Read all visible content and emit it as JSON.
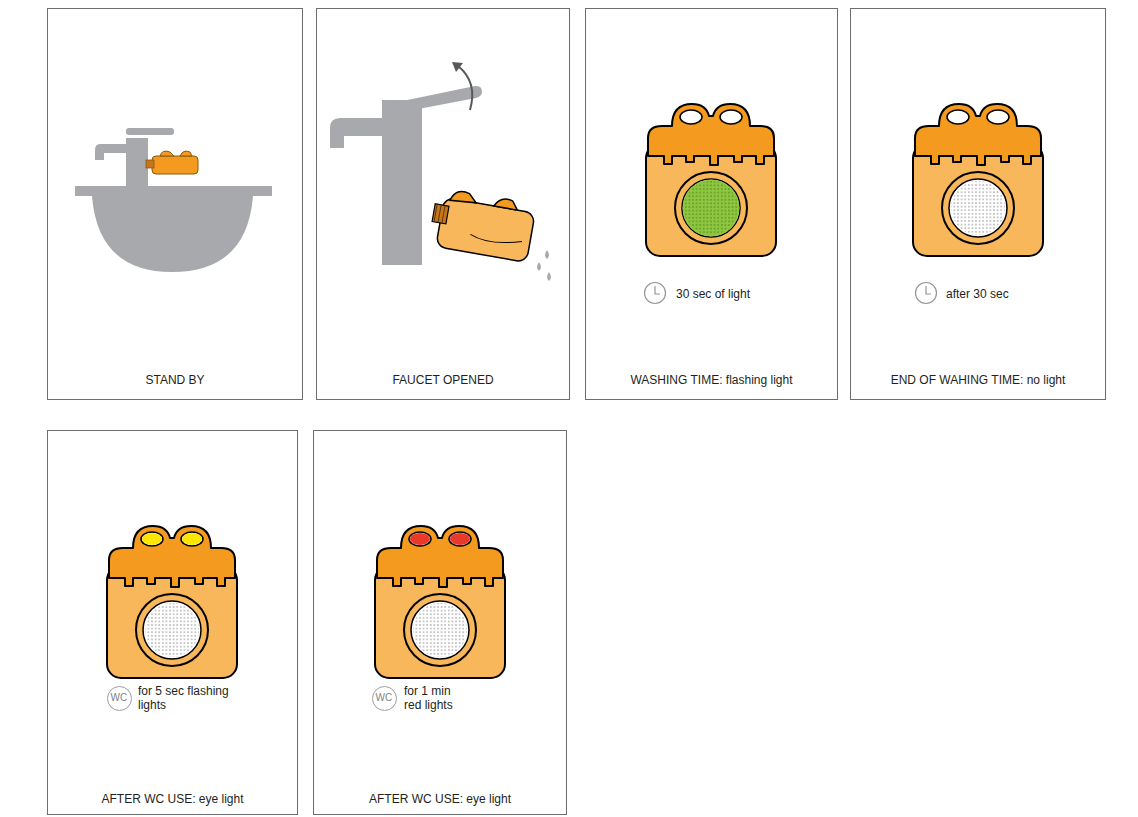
{
  "diagram": {
    "nodes": [
      {
        "text": [
          "STAND BY"
        ]
      },
      {
        "text": [
          "FAUCET OPENED"
        ]
      },
      {
        "text": [
          "30 sec of light",
          "WASHING TIME: flashing light"
        ]
      },
      {
        "text": [
          "after 30 sec",
          "END OF WAHING TIME: no light"
        ]
      },
      {
        "text": [
          "for 5 sec flashing lights",
          "AFTER WC USE: eye light"
        ]
      },
      {
        "text": [
          "WC"
        ],
        "in": 4
      },
      {
        "text": [
          "for 1 min red lights",
          "AFTER WC USE: eye light"
        ]
      },
      {
        "text": [
          "WC"
        ],
        "in": 6
      }
    ]
  }
}
